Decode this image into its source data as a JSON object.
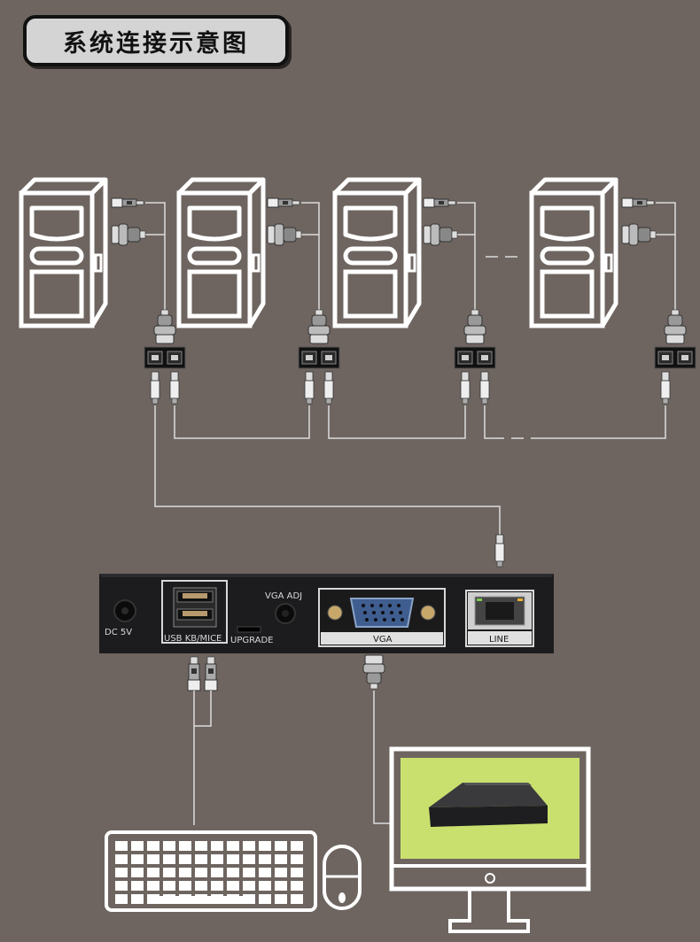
{
  "title": "系统连接示意图",
  "device_ports": {
    "dc": "DC 5V",
    "usb": "USB KB/MICE",
    "upgrade": "UPGRADE",
    "vga_adj": "VGA ADJ",
    "vga": "VGA",
    "line": "LINE"
  },
  "colors": {
    "background": "#6e6560",
    "line": "#dcdcdc",
    "screen": "#c9e06e",
    "device": "#1c1c1e"
  }
}
